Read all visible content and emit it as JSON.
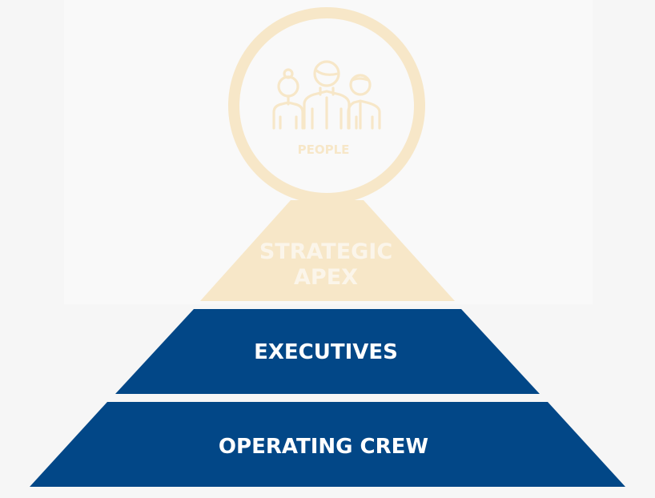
{
  "colors": {
    "cream": "#f7e7c8",
    "blue": "#024787",
    "background": "#f6f6f6",
    "text_light": "#fbf5ea",
    "text_white": "#ffffff"
  },
  "people": {
    "icon": "people-group-icon",
    "label": "PEOPLE"
  },
  "levels": [
    {
      "label_line1": "STRATEGIC",
      "label_line2": "APEX"
    },
    {
      "label": "EXECUTIVES"
    },
    {
      "label": "OPERATING CREW"
    }
  ]
}
